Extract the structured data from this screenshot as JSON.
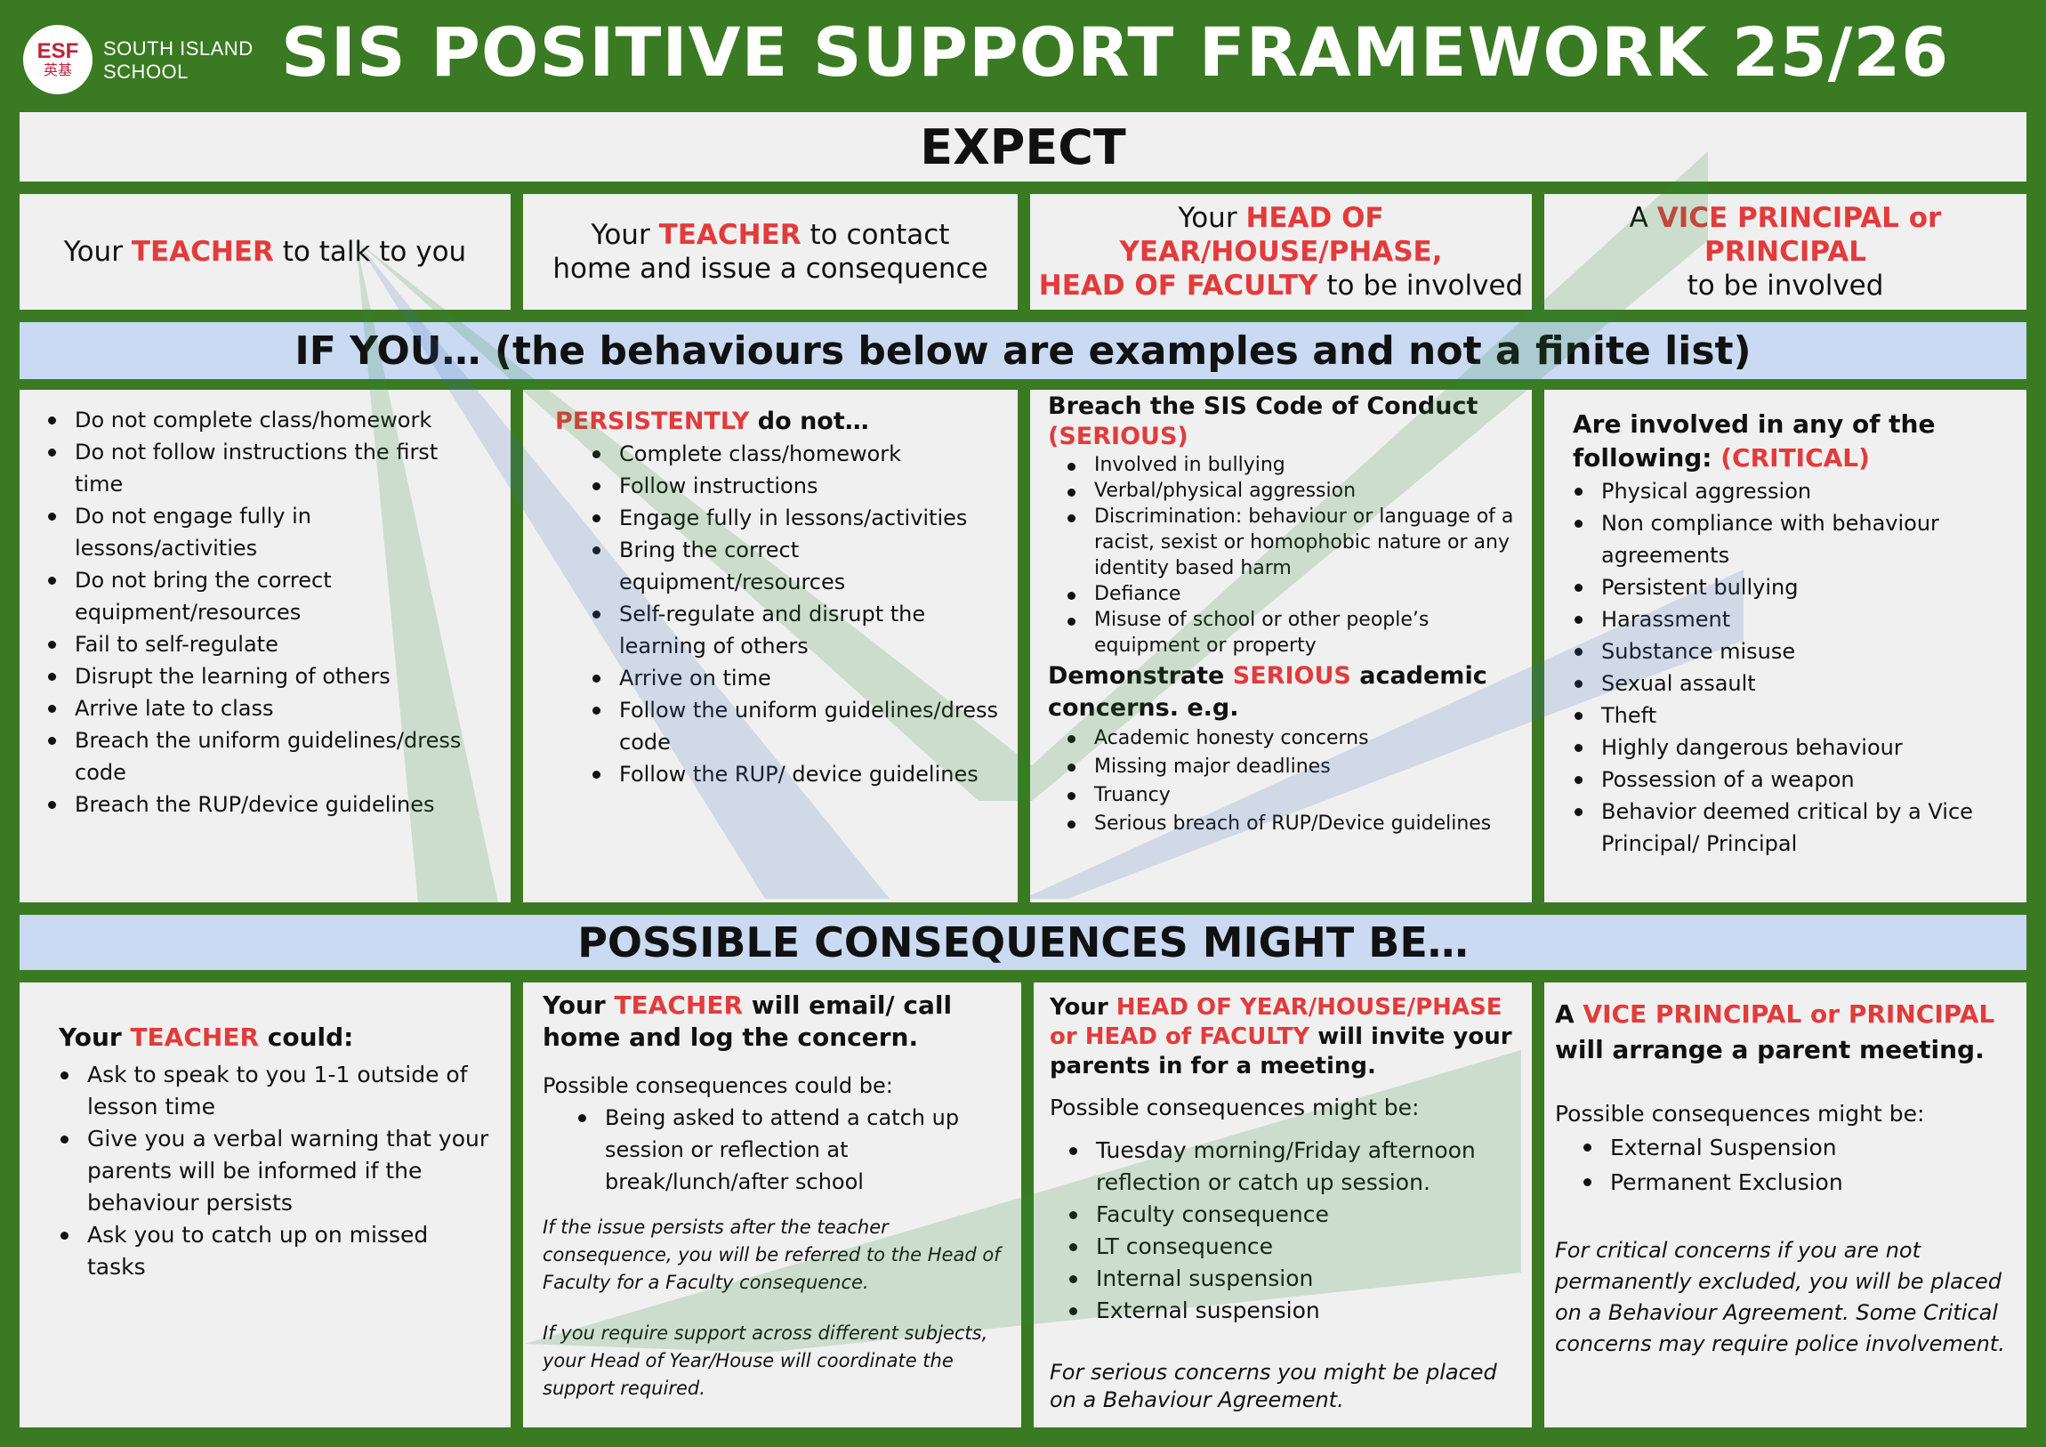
{
  "header": {
    "logo_esf": "ESF",
    "logo_cn": "英基",
    "logo_line1": "SOUTH ISLAND",
    "logo_line2": "SCHOOL",
    "title": "SIS POSITIVE SUPPORT FRAMEWORK 25/26"
  },
  "expect": {
    "heading": "EXPECT",
    "col1": {
      "pre": "Your ",
      "red": "TEACHER",
      "post": " to talk to you"
    },
    "col2": {
      "pre": "Your ",
      "red": "TEACHER",
      "post": " to contact home and issue a consequence"
    },
    "col3": {
      "pre": "Your ",
      "red1": "HEAD OF YEAR/HOUSE/PHASE,",
      "red2": "HEAD OF FACULTY",
      "post": " to be involved"
    },
    "col4": {
      "pre": "A ",
      "red": "VICE PRINCIPAL or PRINCIPAL",
      "post": "to be involved"
    }
  },
  "ifyou": {
    "heading": "IF YOU… (the behaviours below are examples and not a finite list)",
    "col1": {
      "items": [
        "Do not complete class/homework",
        "Do not follow instructions the first time",
        "Do not engage fully in lessons/activities",
        "Do not bring the correct equipment/resources",
        "Fail to self-regulate",
        "Disrupt the learning of others",
        "Arrive late to class",
        "Breach the uniform guidelines/dress code",
        "Breach the RUP/device guidelines"
      ]
    },
    "col2": {
      "red": "PERSISTENTLY",
      "post": " do not…",
      "items": [
        "Complete class/homework",
        "Follow instructions",
        "Engage fully in lessons/activities",
        "Bring the correct equipment/resources",
        "Self-regulate and disrupt the learning of others",
        "Arrive on time",
        "Follow the uniform guidelines/dress code",
        "Follow the RUP/ device guidelines"
      ]
    },
    "col3": {
      "heading1": "Breach the SIS Code of Conduct",
      "heading1_red": "(SERIOUS)",
      "items1": [
        "Involved in bullying",
        "Verbal/physical aggression",
        "Discrimination: behaviour or language of a racist, sexist or homophobic nature or any identity based harm",
        "Defiance",
        "Misuse of school or other people’s equipment or property"
      ],
      "heading2_pre": "Demonstrate ",
      "heading2_red": "SERIOUS",
      "heading2_post": " academic concerns. e.g.",
      "items2": [
        "Academic honesty concerns",
        "Missing major deadlines",
        "Truancy",
        "Serious breach of RUP/Device guidelines"
      ]
    },
    "col4": {
      "heading": "Are involved in any of the following: ",
      "heading_red": "(CRITICAL)",
      "items": [
        "Physical aggression",
        "Non compliance with behaviour agreements",
        "Persistent bullying",
        "Harassment",
        "Substance misuse",
        "Sexual assault",
        "Theft",
        "Highly dangerous behaviour",
        "Possession of a weapon",
        "Behavior deemed critical by a Vice Principal/ Principal"
      ]
    }
  },
  "consequences": {
    "heading": "POSSIBLE CONSEQUENCES MIGHT BE…",
    "col1": {
      "pre": "Your ",
      "red": "TEACHER",
      "post": " could:",
      "items": [
        "Ask to speak to you 1-1 outside of lesson time",
        "Give you a verbal warning that your parents will be informed if the behaviour persists",
        "Ask you to catch up on missed tasks"
      ]
    },
    "col2": {
      "pre": "Your ",
      "red": "TEACHER",
      "post": " will email/ call home and log the concern.",
      "sub": "Possible consequences could be:",
      "items": [
        "Being asked to attend a catch up session or reflection at break/lunch/after school"
      ],
      "note1": "If the issue persists after the teacher consequence, you will be referred to the Head of Faculty for a Faculty consequence.",
      "note2": "If you require support across different subjects, your Head of Year/House will coordinate the support required."
    },
    "col3": {
      "pre": "Your ",
      "red": "HEAD OF YEAR/HOUSE/PHASE or HEAD of FACULTY",
      "post": " will invite your parents in for a meeting.",
      "sub": "Possible consequences might be:",
      "items": [
        "Tuesday morning/Friday afternoon reflection or catch up session.",
        "Faculty consequence",
        "LT consequence",
        "Internal suspension",
        "External suspension"
      ],
      "note": "For serious concerns you might be placed on a Behaviour Agreement."
    },
    "col4": {
      "pre": "A ",
      "red": "VICE PRINCIPAL or PRINCIPAL",
      "post": "will arrange a parent meeting.",
      "sub": "Possible consequences might be:",
      "items": [
        "External Suspension",
        "Permanent Exclusion"
      ],
      "note": "For critical concerns if you are not permanently excluded, you will be placed on a Behaviour Agreement. Some Critical concerns may require police involvement."
    }
  }
}
